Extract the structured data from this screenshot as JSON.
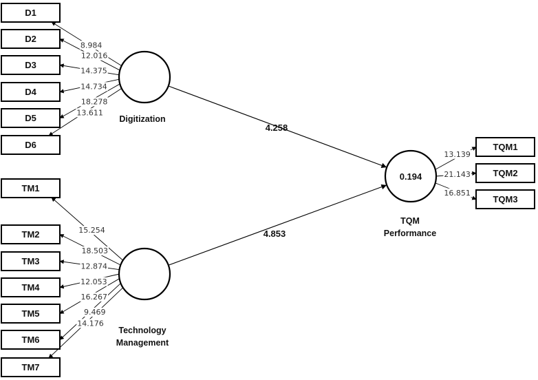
{
  "constructs": {
    "digitization": {
      "label": "Digitization",
      "r2": ""
    },
    "technology_management": {
      "label_line1": "Technology",
      "label_line2": "Management",
      "r2": ""
    },
    "tqm_performance": {
      "label_line1": "TQM",
      "label_line2": "Performance",
      "r2": "0.194"
    }
  },
  "indicators": {
    "digitization": [
      {
        "label": "D1",
        "loading": "8.984"
      },
      {
        "label": "D2",
        "loading": "12.016"
      },
      {
        "label": "D3",
        "loading": "14.375"
      },
      {
        "label": "D4",
        "loading": "14.734"
      },
      {
        "label": "D5",
        "loading": "18.278"
      },
      {
        "label": "D6",
        "loading": "13.611"
      }
    ],
    "technology_management": [
      {
        "label": "TM1",
        "loading": "15.254"
      },
      {
        "label": "TM2",
        "loading": "18.503"
      },
      {
        "label": "TM3",
        "loading": "12.874"
      },
      {
        "label": "TM4",
        "loading": "12.053"
      },
      {
        "label": "TM5",
        "loading": "16.267"
      },
      {
        "label": "TM6",
        "loading": "9.469"
      },
      {
        "label": "TM7",
        "loading": "14.176"
      }
    ],
    "tqm_performance": [
      {
        "label": "TQM1",
        "loading": "13.139"
      },
      {
        "label": "TQM2",
        "loading": "21.143"
      },
      {
        "label": "TQM3",
        "loading": "16.851"
      }
    ]
  },
  "paths": {
    "digitization_to_tqm": "4.258",
    "technology_to_tqm": "4.853"
  },
  "colors": {
    "line": "#000000",
    "text": "#111111",
    "loading_text": "#333333",
    "background": "#ffffff"
  }
}
